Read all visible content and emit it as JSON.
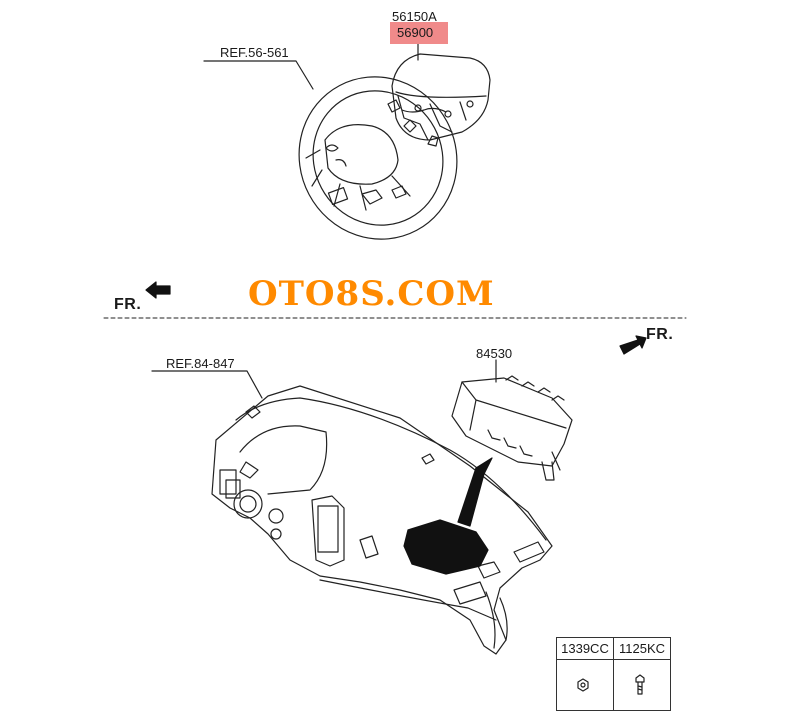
{
  "labels": {
    "steering_ref": "REF.56-561",
    "airbag_part": "56150A",
    "airbag_highlight": "56900",
    "watermark": "OTO8S.COM",
    "fr_top": "FR.",
    "fr_right": "FR.",
    "dash_ref": "REF.84-847",
    "passenger_airbag": "84530"
  },
  "parts_table": {
    "headers": [
      "1339CC",
      "1125KC"
    ],
    "icons": [
      "nut-icon",
      "bolt-icon"
    ]
  },
  "colors": {
    "highlight": "#f08a8a",
    "watermark": "#ff8a00",
    "line": "#222222"
  }
}
